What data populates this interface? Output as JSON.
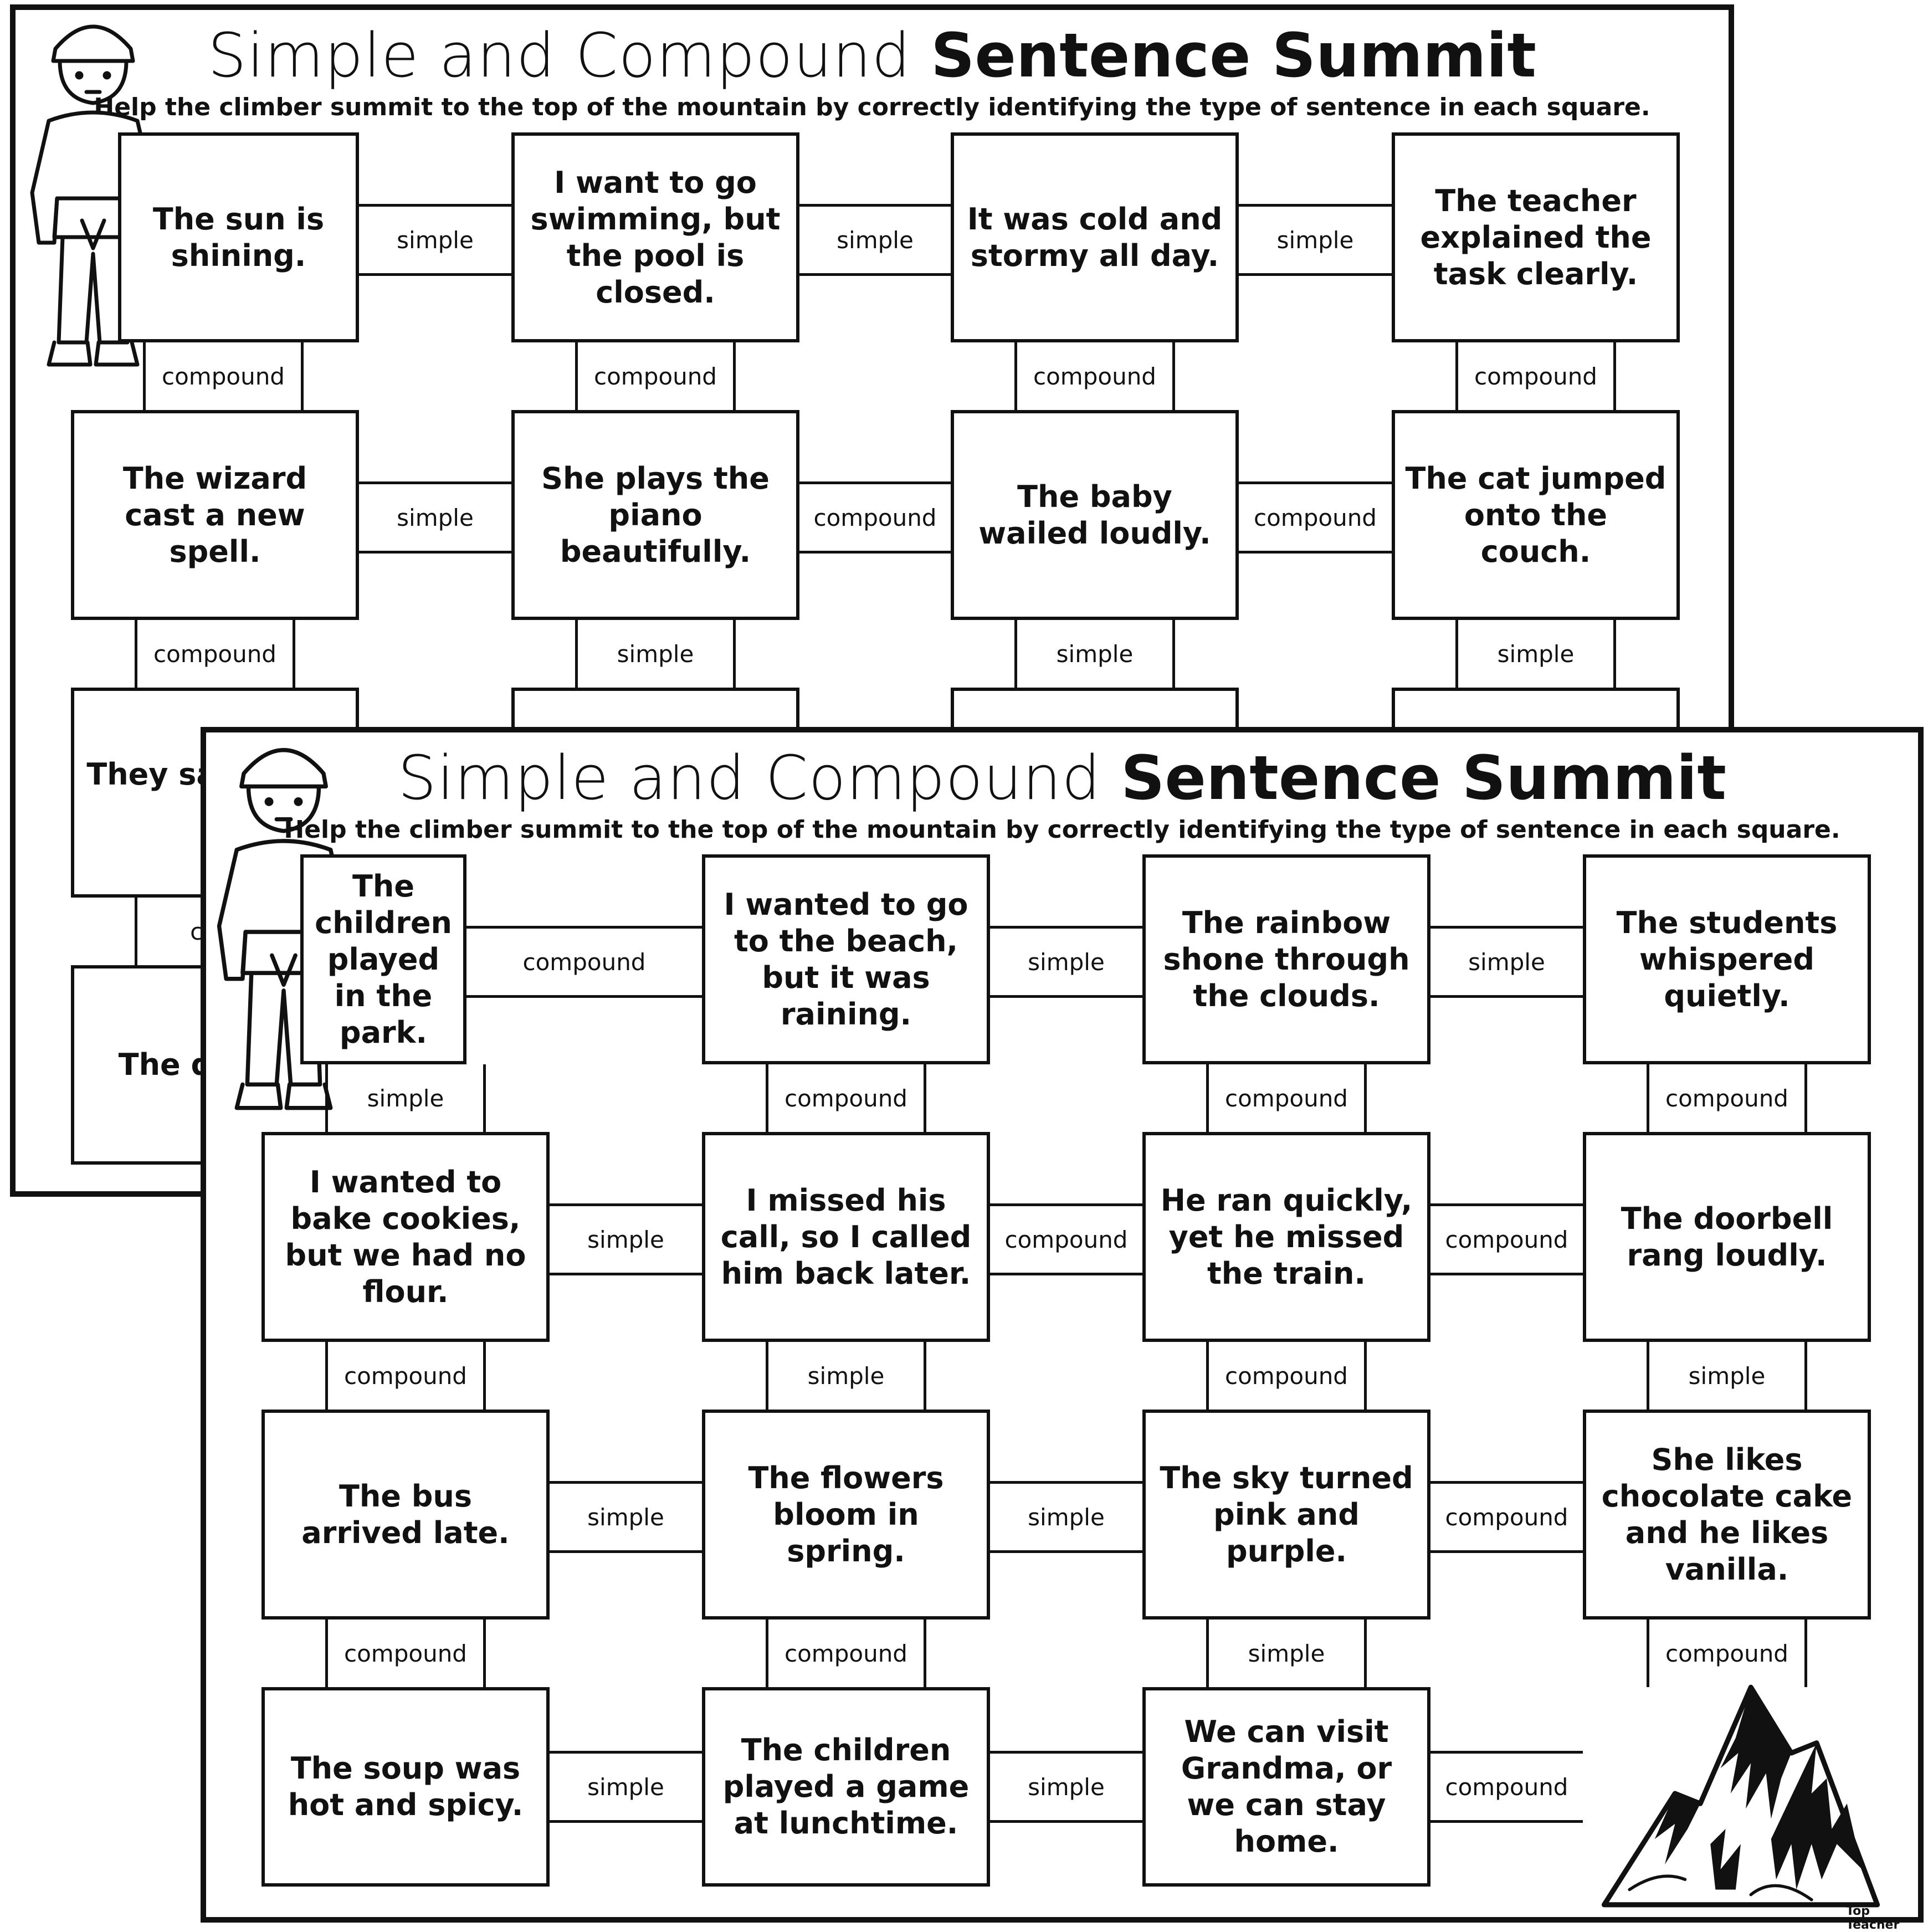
{
  "worksheet": {
    "title_light": "Simple and Compound ",
    "title_bold": "Sentence Summit",
    "instructions": "Help the climber summit to the top of the mountain by correctly identifying the type of sentence in each square.",
    "brand": "Top Teacher"
  },
  "back_sheet": {
    "nodes": {
      "r0c0": "The sun is shining.",
      "r0c1": "I want to go swimming, but the pool is closed.",
      "r0c2": "It was cold and stormy all day.",
      "r0c3": "The teacher explained the task clearly.",
      "r1c0": "The wizard cast a new spell.",
      "r1c1": "She plays the piano beautifully.",
      "r1c2": "The baby wailed loudly.",
      "r1c3": "The cat jumped onto the couch.",
      "r2c0": "They sandc the l",
      "r3c0": "The dr very"
    },
    "connectors": {
      "h_r0_01": "simple",
      "h_r0_12": "simple",
      "h_r0_23": "simple",
      "v_r01_c0": "compound",
      "v_r01_c1": "compound",
      "v_r01_c2": "compound",
      "v_r01_c3": "compound",
      "h_r1_01": "simple",
      "h_r1_12": "compound",
      "h_r1_23": "compound",
      "v_r12_c0": "compound",
      "v_r12_c1": "simple",
      "v_r12_c2": "simple",
      "v_r12_c3": "simple",
      "v_r23_c0": "com"
    }
  },
  "front_sheet": {
    "nodes": {
      "r0c0": "The children played in the park.",
      "r0c1": "I wanted to go to the beach, but it was raining.",
      "r0c2": "The rainbow shone through the clouds.",
      "r0c3": "The students whispered quietly.",
      "r1c0": "I wanted to bake cookies, but we had no flour.",
      "r1c1": "I missed his call, so I called him back later.",
      "r1c2": "He ran quickly, yet he missed the train.",
      "r1c3": "The doorbell rang loudly.",
      "r2c0": "The bus arrived late.",
      "r2c1": "The flowers bloom in spring.",
      "r2c2": "The sky turned pink and purple.",
      "r2c3": "She likes chocolate cake and he likes vanilla.",
      "r3c0": "The soup was hot and spicy.",
      "r3c1": "The children played a game at lunchtime.",
      "r3c2": "We can visit Grandma, or we can stay home."
    },
    "connectors": {
      "h_r0_01": "compound",
      "h_r0_12": "simple",
      "h_r0_23": "simple",
      "v_r01_c0": "simple",
      "v_r01_c1": "compound",
      "v_r01_c2": "compound",
      "v_r01_c3": "compound",
      "h_r1_01": "simple",
      "h_r1_12": "compound",
      "h_r1_23": "compound",
      "v_r12_c0": "compound",
      "v_r12_c1": "simple",
      "v_r12_c2": "compound",
      "v_r12_c3": "simple",
      "h_r2_01": "simple",
      "h_r2_12": "simple",
      "h_r2_23": "compound",
      "v_r23_c0": "compound",
      "v_r23_c1": "compound",
      "v_r23_c2": "simple",
      "v_r23_c3": "compound",
      "h_r3_01": "simple",
      "h_r3_12": "simple",
      "h_r3_23": "compound"
    }
  },
  "icons": {
    "climber": "climber-icon",
    "mountain": "mountain-icon"
  }
}
